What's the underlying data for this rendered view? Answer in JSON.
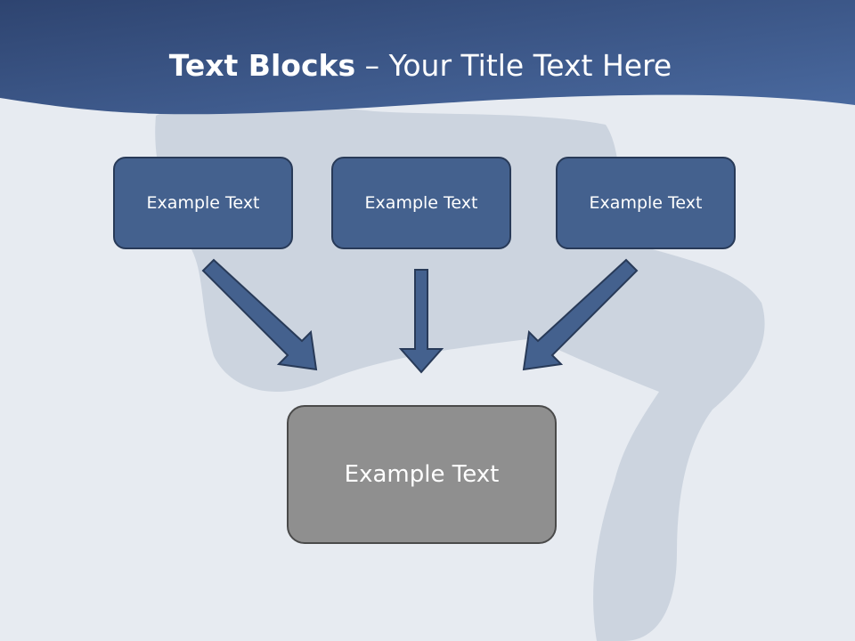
{
  "slide": {
    "title_bold": "Text Blocks",
    "title_sep": " – ",
    "title_rest": "Your Title Text Here"
  },
  "diagram": {
    "top_boxes": [
      {
        "label": "Example Text"
      },
      {
        "label": "Example Text"
      },
      {
        "label": "Example Text"
      }
    ],
    "bottom_box": {
      "label": "Example Text"
    }
  },
  "colors": {
    "header": "#3b5685",
    "box_fill": "#44618e",
    "box_border": "#283a58",
    "bottom_fill": "#8f8f8f",
    "arrow_fill": "#44618e"
  }
}
